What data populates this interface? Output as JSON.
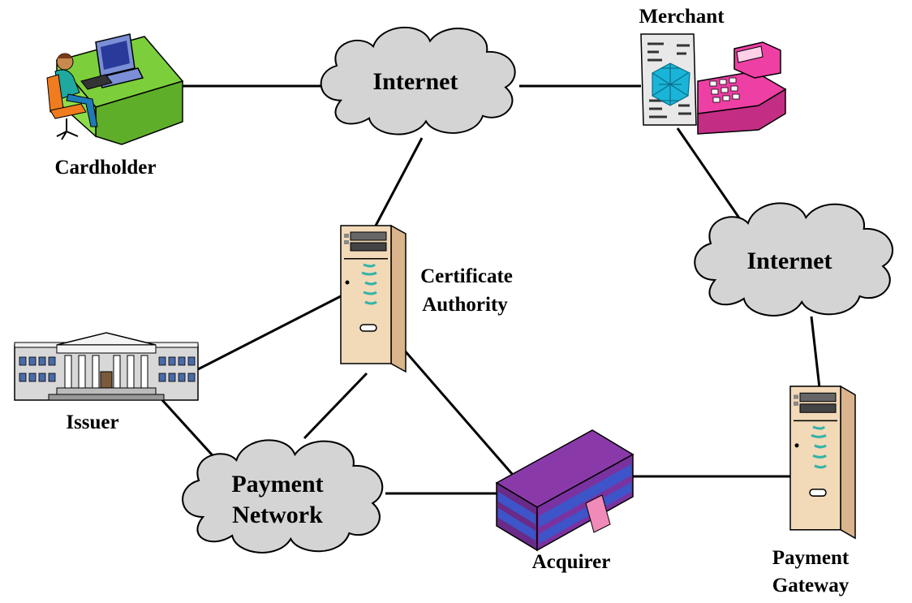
{
  "nodes": {
    "cardholder": {
      "label": "Cardholder"
    },
    "merchant": {
      "label": "Merchant"
    },
    "certificate_authority": {
      "label_line1": "Certificate",
      "label_line2": "Authority"
    },
    "issuer": {
      "label": "Issuer"
    },
    "acquirer": {
      "label": "Acquirer"
    },
    "payment_gateway": {
      "label_line1": "Payment",
      "label_line2": "Gateway"
    }
  },
  "clouds": {
    "internet_top": {
      "label": "Internet"
    },
    "internet_right": {
      "label": "Internet"
    },
    "payment_network": {
      "label_line1": "Payment",
      "label_line2": "Network"
    }
  },
  "connections": [
    {
      "from": "cardholder",
      "to": "internet_top"
    },
    {
      "from": "internet_top",
      "to": "merchant"
    },
    {
      "from": "internet_top",
      "to": "certificate_authority"
    },
    {
      "from": "merchant",
      "to": "internet_right"
    },
    {
      "from": "internet_right",
      "to": "payment_gateway"
    },
    {
      "from": "certificate_authority",
      "to": "issuer"
    },
    {
      "from": "certificate_authority",
      "to": "payment_network"
    },
    {
      "from": "certificate_authority",
      "to": "acquirer"
    },
    {
      "from": "issuer",
      "to": "payment_network"
    },
    {
      "from": "payment_network",
      "to": "acquirer"
    },
    {
      "from": "acquirer",
      "to": "payment_gateway"
    }
  ],
  "colors": {
    "cloud_fill": "#d4d4d4",
    "server_beige": "#f2d9b8",
    "server_teal": "#33b3a8",
    "desk_green": "#7ccf3a",
    "building_purple": "#8a3aa8",
    "building_blue": "#3d55c8",
    "register_pink": "#ee3fa4",
    "web_cyan": "#1ab4d8",
    "chair_orange": "#f07c1f"
  },
  "icons": [
    "workstation-icon",
    "web-document-icon",
    "cash-register-icon",
    "server-icon",
    "bank-building-icon",
    "office-building-icon",
    "cloud-icon"
  ]
}
